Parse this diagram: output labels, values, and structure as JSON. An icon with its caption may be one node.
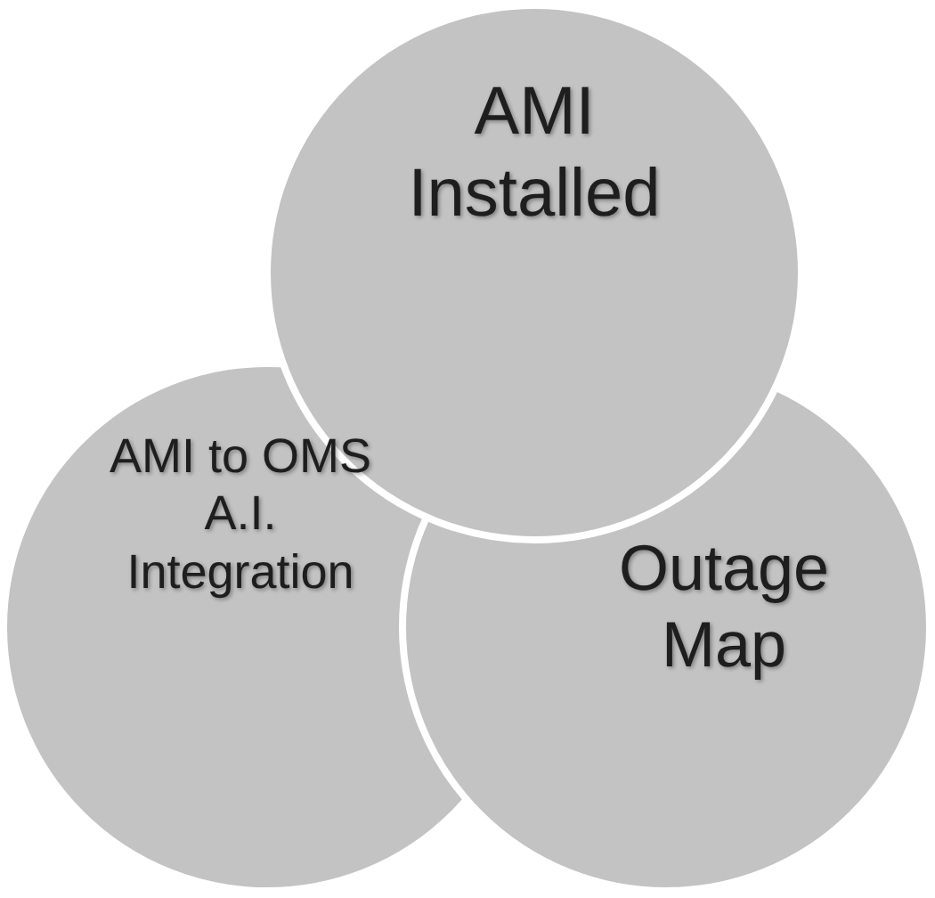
{
  "diagram": {
    "nodes": [
      {
        "text": [
          "AMI Installed"
        ]
      },
      {
        "text": [
          "AMI to OMS A.I. Integration"
        ]
      },
      {
        "text": [
          "Outage Map"
        ]
      }
    ]
  }
}
